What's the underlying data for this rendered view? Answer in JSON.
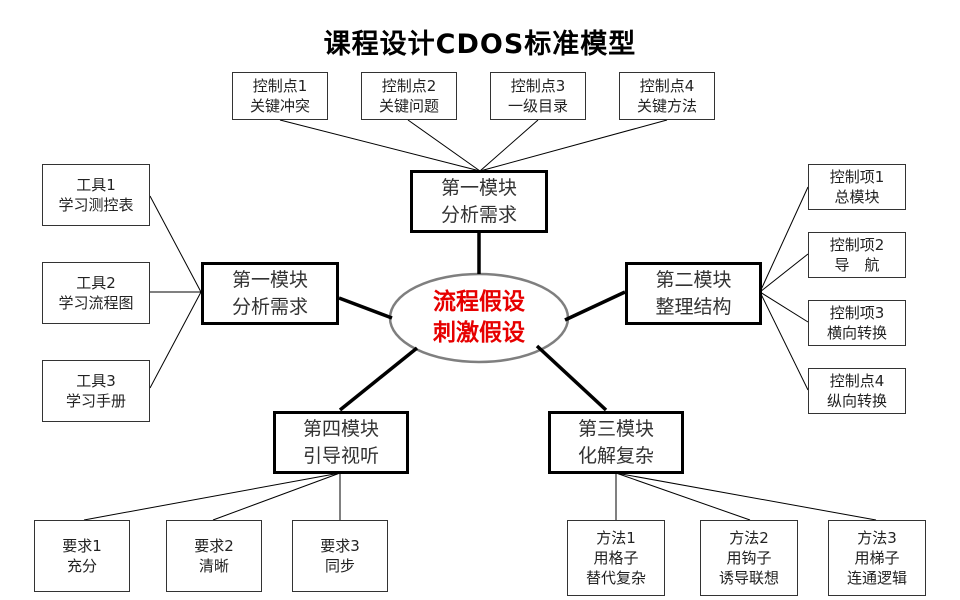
{
  "title": "课程设计CDOS标准模型",
  "center": {
    "line1": "流程假设",
    "line2": "刺激假设"
  },
  "modules": {
    "top": {
      "line1": "第一模块",
      "line2": "分析需求"
    },
    "left": {
      "line1": "第一模块",
      "line2": "分析需求"
    },
    "right": {
      "line1": "第二模块",
      "line2": "整理结构"
    },
    "bottom_right": {
      "line1": "第三模块",
      "line2": "化解复杂"
    },
    "bottom_left": {
      "line1": "第四模块",
      "line2": "引导视听"
    }
  },
  "control_points": [
    {
      "line1": "控制点1",
      "line2": "关键冲突"
    },
    {
      "line1": "控制点2",
      "line2": "关键问题"
    },
    {
      "line1": "控制点3",
      "line2": "一级目录"
    },
    {
      "line1": "控制点4",
      "line2": "关键方法"
    }
  ],
  "tools": [
    {
      "line1": "工具1",
      "line2": "学习测控表"
    },
    {
      "line1": "工具2",
      "line2": "学习流程图"
    },
    {
      "line1": "工具3",
      "line2": "学习手册"
    }
  ],
  "control_items": [
    {
      "line1": "控制项1",
      "line2": "总模块"
    },
    {
      "line1": "控制项2",
      "line2": "导　航"
    },
    {
      "line1": "控制项3",
      "line2": "横向转换"
    },
    {
      "line1": "控制点4",
      "line2": "纵向转换"
    }
  ],
  "requirements": [
    {
      "line1": "要求1",
      "line2": "充分"
    },
    {
      "line1": "要求2",
      "line2": "清晰"
    },
    {
      "line1": "要求3",
      "line2": "同步"
    }
  ],
  "methods": [
    {
      "line1": "方法1",
      "line2": "用格子",
      "line3": "替代复杂"
    },
    {
      "line1": "方法2",
      "line2": "用钩子",
      "line3": "诱导联想"
    },
    {
      "line1": "方法3",
      "line2": "用梯子",
      "line3": "连通逻辑"
    }
  ]
}
